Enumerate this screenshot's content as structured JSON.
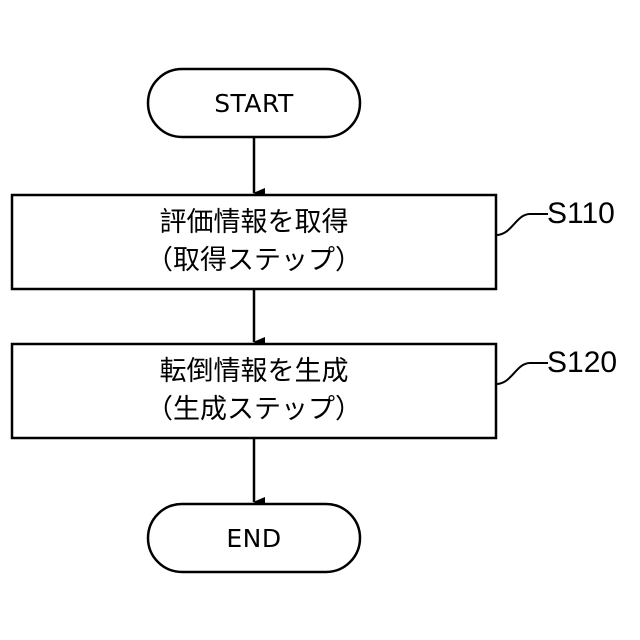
{
  "flowchart": {
    "start": {
      "label": "START"
    },
    "steps": [
      {
        "id": "S110",
        "line1": "評価情報を取得",
        "line2": "（取得ステップ）"
      },
      {
        "id": "S120",
        "line1": "転倒情報を生成",
        "line2": "（生成ステップ）"
      }
    ],
    "end": {
      "label": "END"
    }
  },
  "colors": {
    "stroke": "#000000",
    "background": "#ffffff"
  }
}
